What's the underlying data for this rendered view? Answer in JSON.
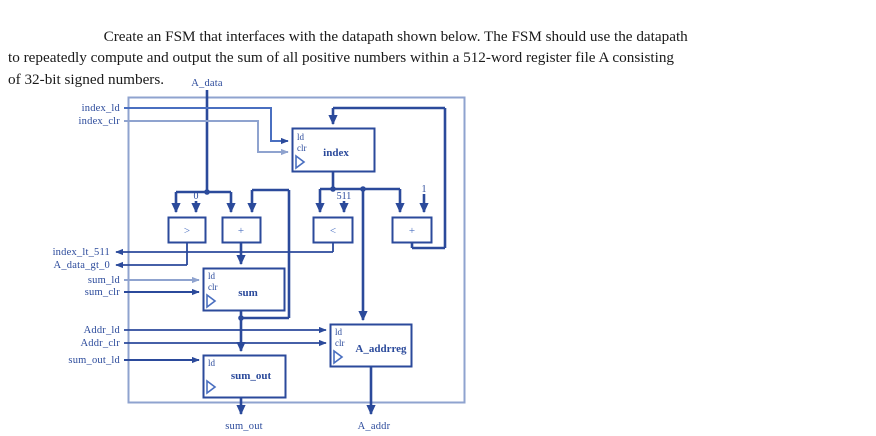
{
  "prompt": {
    "line1": "Create an FSM that interfaces with the datapath shown below. The FSM should use the datapath",
    "line2": "to repeatedly compute and output the sum of all positive numbers within a 512-word register file A consisting",
    "line3": "of 32-bit signed numbers."
  },
  "colors": {
    "wire_dark": "#2b4a9b",
    "wire_light": "#8fa3cf",
    "box_border": "#2b4a9b",
    "text": "#2b4a9b",
    "outer_border": "#8fa3cf"
  },
  "diagram": {
    "top_input_label": "A_data",
    "control_inputs": [
      {
        "name": "index_ld"
      },
      {
        "name": "index_clr"
      },
      {
        "name": "sum_ld"
      },
      {
        "name": "sum_clr"
      },
      {
        "name": "Addr_ld"
      },
      {
        "name": "Addr_clr"
      },
      {
        "name": "sum_out_ld"
      }
    ],
    "status_outputs": [
      {
        "name": "index_lt_511"
      },
      {
        "name": "A_data_gt_0"
      }
    ],
    "registers": [
      {
        "name": "index",
        "ld": "ld",
        "clr": "clr"
      },
      {
        "name": "sum",
        "ld": "ld",
        "clr": "clr"
      },
      {
        "name": "sum_out",
        "ld": "ld",
        "clr": ""
      },
      {
        "name": "A_addrreg",
        "ld": "ld",
        "clr": "clr"
      }
    ],
    "operators": [
      {
        "symbol": ">"
      },
      {
        "symbol": "+"
      },
      {
        "symbol": "<"
      },
      {
        "symbol": "+"
      }
    ],
    "constants": [
      {
        "value": "0"
      },
      {
        "value": "511"
      },
      {
        "value": "1"
      }
    ],
    "outputs": [
      {
        "name": "sum_out"
      },
      {
        "name": "A_addr"
      }
    ]
  }
}
